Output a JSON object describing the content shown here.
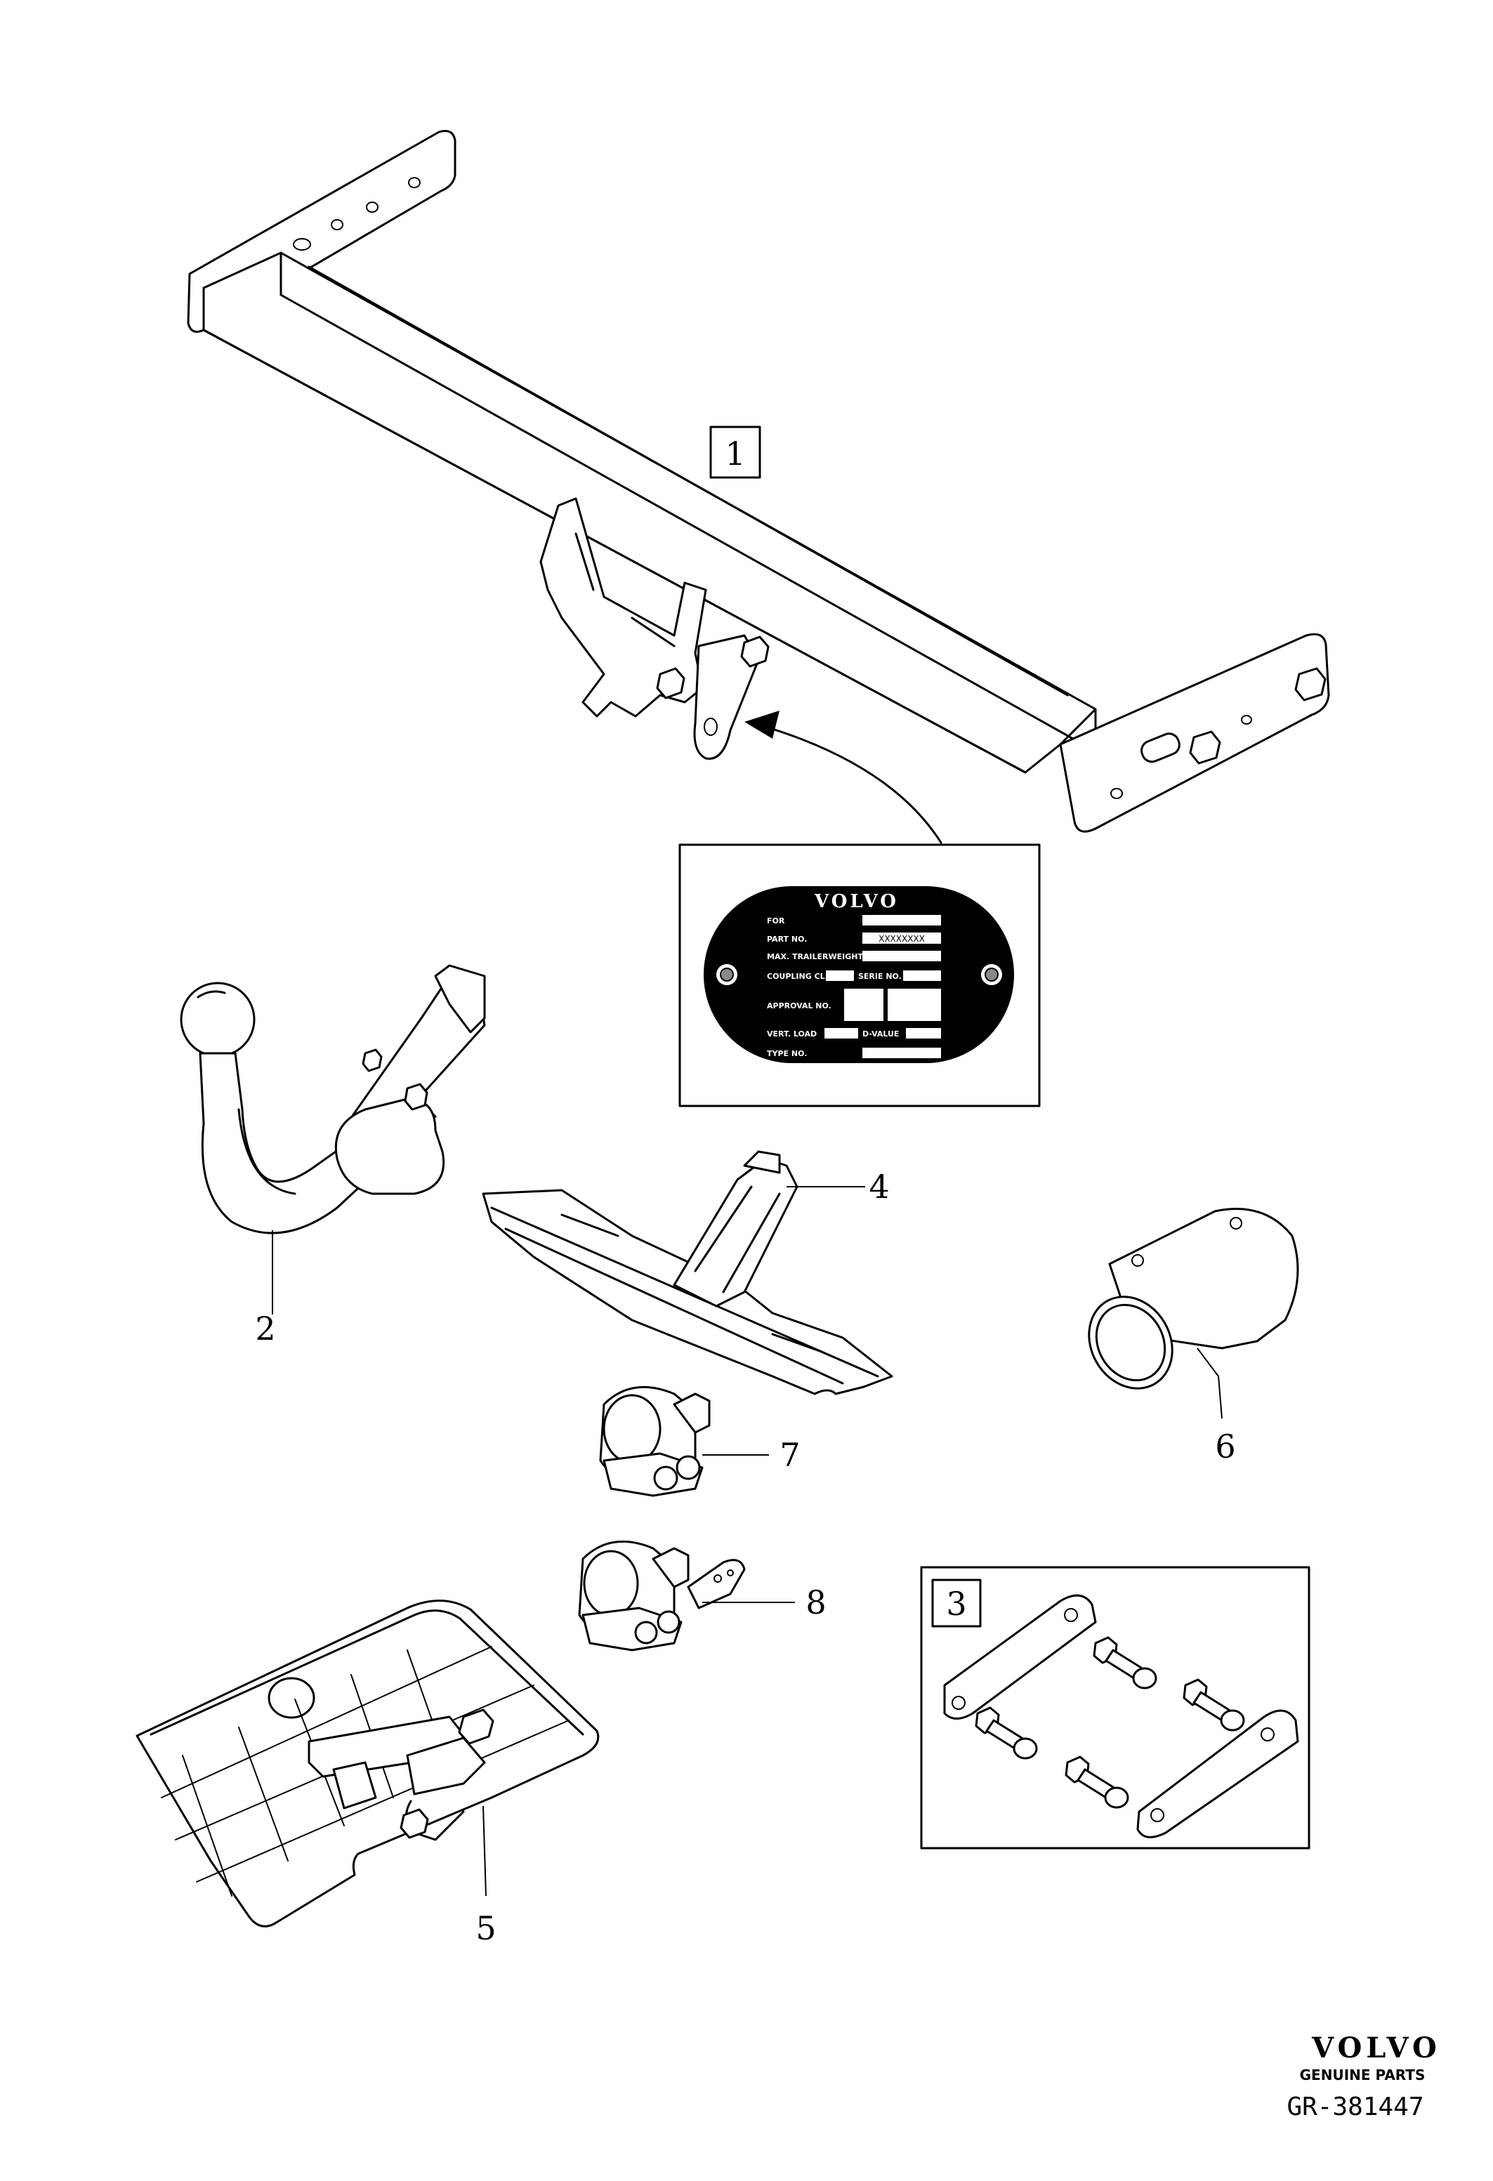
{
  "callouts": {
    "c1": "1",
    "c2": "2",
    "c3": "3",
    "c4": "4",
    "c5": "5",
    "c6": "6",
    "c7": "7",
    "c8": "8"
  },
  "plate": {
    "brand": "VOLVO",
    "for_label": "FOR",
    "part_no_label": "PART NO.",
    "part_no_value": "XXXXXXXX",
    "max_weight_label": "MAX. TRAILERWEIGHT",
    "coupling_label": "COUPLING CL.",
    "serie_label": "SERIE NO.",
    "approval_label": "APPROVAL NO.",
    "vert_load_label": "VERT. LOAD",
    "d_value_label": "D-VALUE",
    "type_label": "TYPE NO."
  },
  "footer": {
    "brand": "VOLVO",
    "sub": "GENUINE PARTS",
    "reference": "GR-381447"
  }
}
